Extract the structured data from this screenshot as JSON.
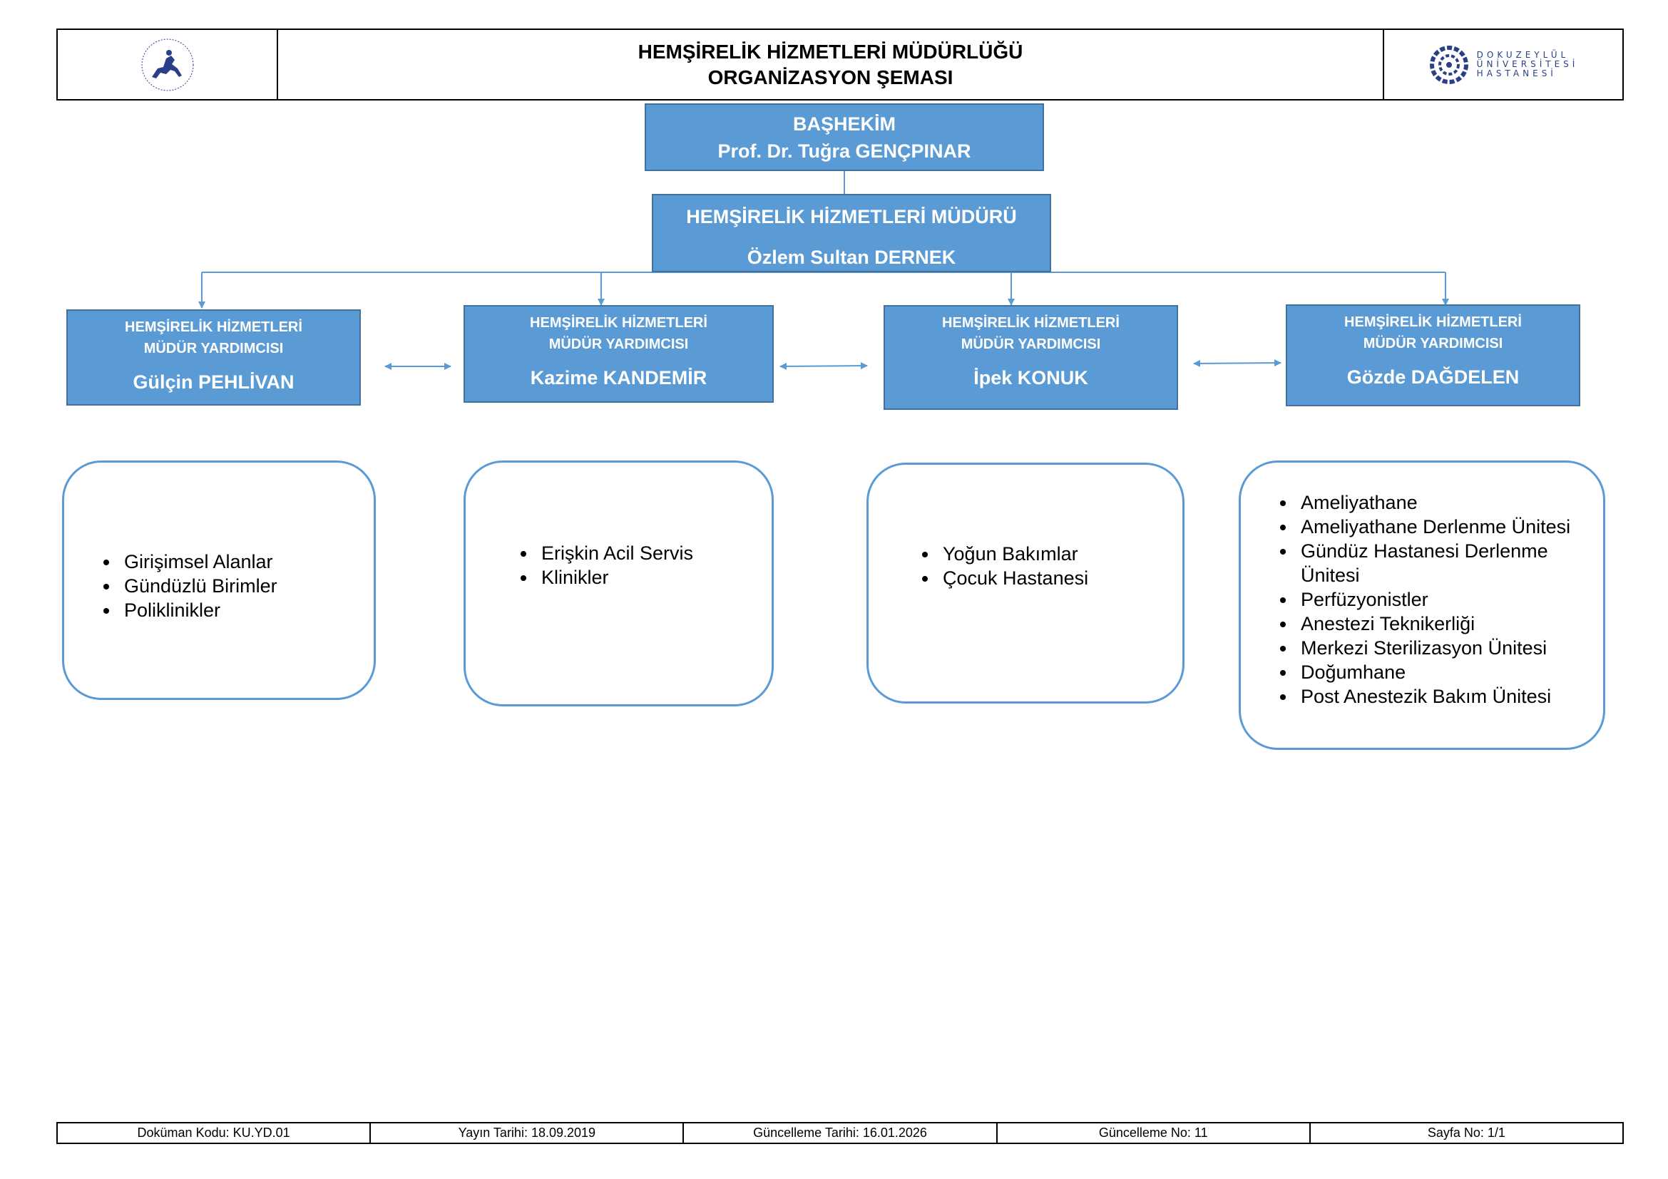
{
  "header": {
    "title_line1": "HEMŞİRELİK HİZMETLERİ MÜDÜRLÜĞÜ",
    "title_line2": "ORGANİZASYON ŞEMASI",
    "left_logo_icon": "university-seal-icon",
    "right_logo_icon": "hospital-logo-icon",
    "right_logo_text": [
      "DOKUZEYLÜL",
      "ÜNİVERSİTESİ",
      "HASTANESİ"
    ]
  },
  "chief": {
    "title": "BAŞHEKİM",
    "name": "Prof. Dr. Tuğra GENÇPINAR"
  },
  "director": {
    "title": "HEMŞİRELİK HİZMETLERİ MÜDÜRÜ",
    "name": "Özlem Sultan DERNEK"
  },
  "deputies": [
    {
      "title_line1": "HEMŞİRELİK HİZMETLERİ",
      "title_line2": "MÜDÜR YARDIMCISI",
      "name": "Gülçin PEHLİVAN",
      "units": [
        "Girişimsel Alanlar",
        "Gündüzlü Birimler",
        "Poliklinikler"
      ]
    },
    {
      "title_line1": "HEMŞİRELİK HİZMETLERİ",
      "title_line2": "MÜDÜR YARDIMCISI",
      "name": "Kazime KANDEMİR",
      "units": [
        "Erişkin Acil Servis",
        "Klinikler"
      ]
    },
    {
      "title_line1": "HEMŞİRELİK HİZMETLERİ",
      "title_line2": "MÜDÜR YARDIMCISI",
      "name": "İpek KONUK",
      "units": [
        "Yoğun Bakımlar",
        "Çocuk Hastanesi"
      ]
    },
    {
      "title_line1": "HEMŞİRELİK HİZMETLERİ",
      "title_line2": "MÜDÜR YARDIMCISI",
      "name": "Gözde DAĞDELEN",
      "units": [
        "Ameliyathane",
        "Ameliyathane Derlenme Ünitesi",
        "Gündüz Hastanesi Derlenme Ünitesi",
        "Perfüzyonistler",
        "Anestezi Teknikerliği",
        "Merkezi Sterilizasyon Ünitesi",
        "Doğumhane",
        "Post Anestezik Bakım Ünitesi"
      ]
    }
  ],
  "footer": {
    "doc_code": "Doküman Kodu: KU.YD.01",
    "publish_date": "Yayın Tarihi: 18.09.2019",
    "update_date": "Güncelleme Tarihi: 16.01.2026",
    "update_no": "Güncelleme No: 11",
    "page": "Sayfa No: 1/1"
  },
  "colors": {
    "box_fill": "#5b9bd5",
    "box_border": "#41719c",
    "rounded_border": "#5b9bd5",
    "logo_blue": "#2b3f86"
  }
}
